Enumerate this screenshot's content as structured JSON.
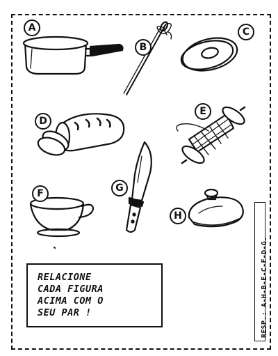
{
  "labels": {
    "a": "A",
    "b": "B",
    "c": "C",
    "d": "D",
    "e": "E",
    "f": "F",
    "g": "G",
    "h": "H"
  },
  "instruction": {
    "line1": "RELACIONE",
    "line2": "CADA FIGURA",
    "line3": "ACIMA COM O",
    "line4": "SEU PAR !"
  },
  "answer_key": "RESP.: A-H-B-E-C-F-D-G."
}
